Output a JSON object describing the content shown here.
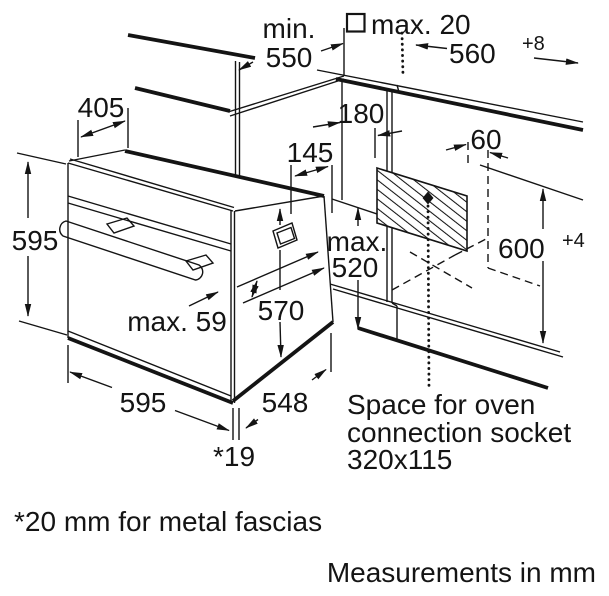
{
  "diagram": {
    "title_hint": "Built-in oven installation drawing",
    "colors": {
      "ink": "#141414",
      "background": "#ffffff"
    },
    "dims": {
      "min_word": "min.",
      "min_value": "550",
      "max_fascia": "max. 20",
      "niche_width": "560",
      "niche_width_tol": "+8",
      "top_depth": "405",
      "oven_height": "595",
      "side_inset": "145",
      "socket_offset": "180",
      "socket_side_gap": "60",
      "max_word": "max.",
      "max_depth_value": "520",
      "niche_height": "600",
      "niche_height_tol": "+4",
      "door_height": "570",
      "handle_depth": "max. 59",
      "oven_width": "595",
      "oven_depth": "548",
      "front_gap": "*19"
    },
    "notes": {
      "socket_line1": "Space for oven",
      "socket_line2": "connection socket",
      "socket_line3": "320x115",
      "fascia_note": "*20 mm for metal fascias",
      "units_note": "Measurements in mm"
    },
    "symbols": {
      "fascia_square": "square-symbol",
      "socket_marker": "diamond-marker"
    }
  }
}
